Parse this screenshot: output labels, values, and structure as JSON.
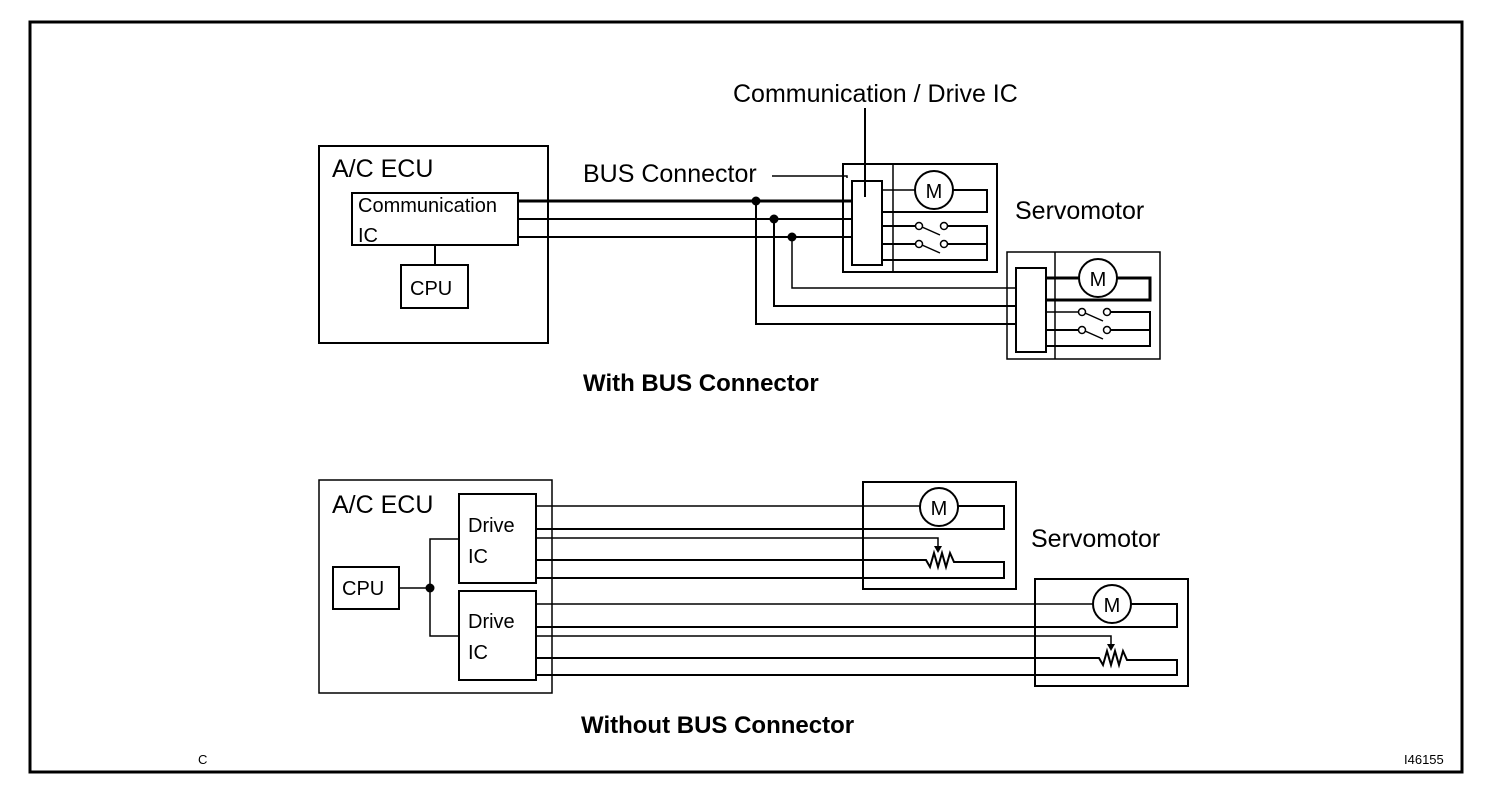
{
  "diagram": {
    "id_code": "I46155",
    "corner_mark": "C",
    "top": {
      "caption": "With BUS Connector",
      "ecu": {
        "title": "A/C ECU",
        "comm_ic_line1": "Communication",
        "comm_ic_line2": "IC",
        "cpu": "CPU"
      },
      "bus_connector_label": "BUS Connector",
      "comm_drive_ic_label": "Communication / Drive IC",
      "servomotor_label": "Servomotor",
      "motor_symbol": "M"
    },
    "bottom": {
      "caption": "Without BUS Connector",
      "ecu": {
        "title": "A/C ECU",
        "cpu": "CPU",
        "drive_ic_1_line1": "Drive",
        "drive_ic_1_line2": "IC",
        "drive_ic_2_line1": "Drive",
        "drive_ic_2_line2": "IC"
      },
      "servomotor_label": "Servomotor",
      "motor_symbol": "M"
    }
  }
}
